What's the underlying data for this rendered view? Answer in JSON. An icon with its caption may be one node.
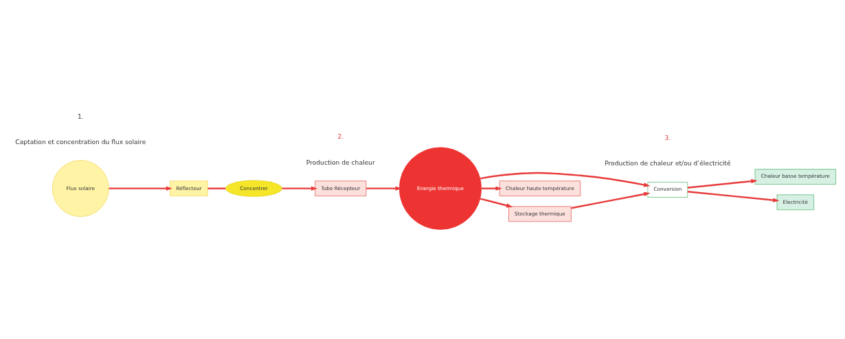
{
  "diagram": {
    "nodes": [
      {
        "text": [
          "Flux solaire"
        ]
      },
      {
        "text": [
          "Réflecteur"
        ]
      },
      {
        "text": [
          "Concentrer"
        ]
      },
      {
        "text": [
          "Tube Récepteur"
        ]
      },
      {
        "text": [
          "Energie thermique"
        ]
      },
      {
        "text": [
          "Conversion"
        ]
      },
      {
        "text": [
          "Chaleur basse température"
        ]
      },
      {
        "text": [
          "Electricité"
        ]
      },
      {
        "text": [
          "Chaleur haute température"
        ]
      },
      {
        "text": [
          "Stockage thermique"
        ]
      }
    ],
    "edges": [
      {
        "from": 0,
        "to": 1,
        "arrow": "to"
      },
      {
        "from": 1,
        "to": 2,
        "arrow": "none"
      },
      {
        "from": 2,
        "to": 3,
        "arrow": "to"
      },
      {
        "from": 3,
        "to": 4,
        "arrow": "to"
      },
      {
        "from": 4,
        "to": 5,
        "arrow": "to"
      },
      {
        "from": 5,
        "to": 6,
        "arrow": "to"
      },
      {
        "from": 5,
        "to": 7,
        "arrow": "to"
      },
      {
        "from": 4,
        "to": 8,
        "arrow": "to"
      },
      {
        "from": 4,
        "to": 9,
        "arrow": "to"
      },
      {
        "from": 9,
        "to": 5,
        "arrow": "to"
      }
    ],
    "labels": [
      "1.",
      "Captation et concentration du flux solaire",
      "2.",
      "Production de chaleur",
      "3.",
      "Production de chaleur et/ou d’électricité"
    ]
  }
}
